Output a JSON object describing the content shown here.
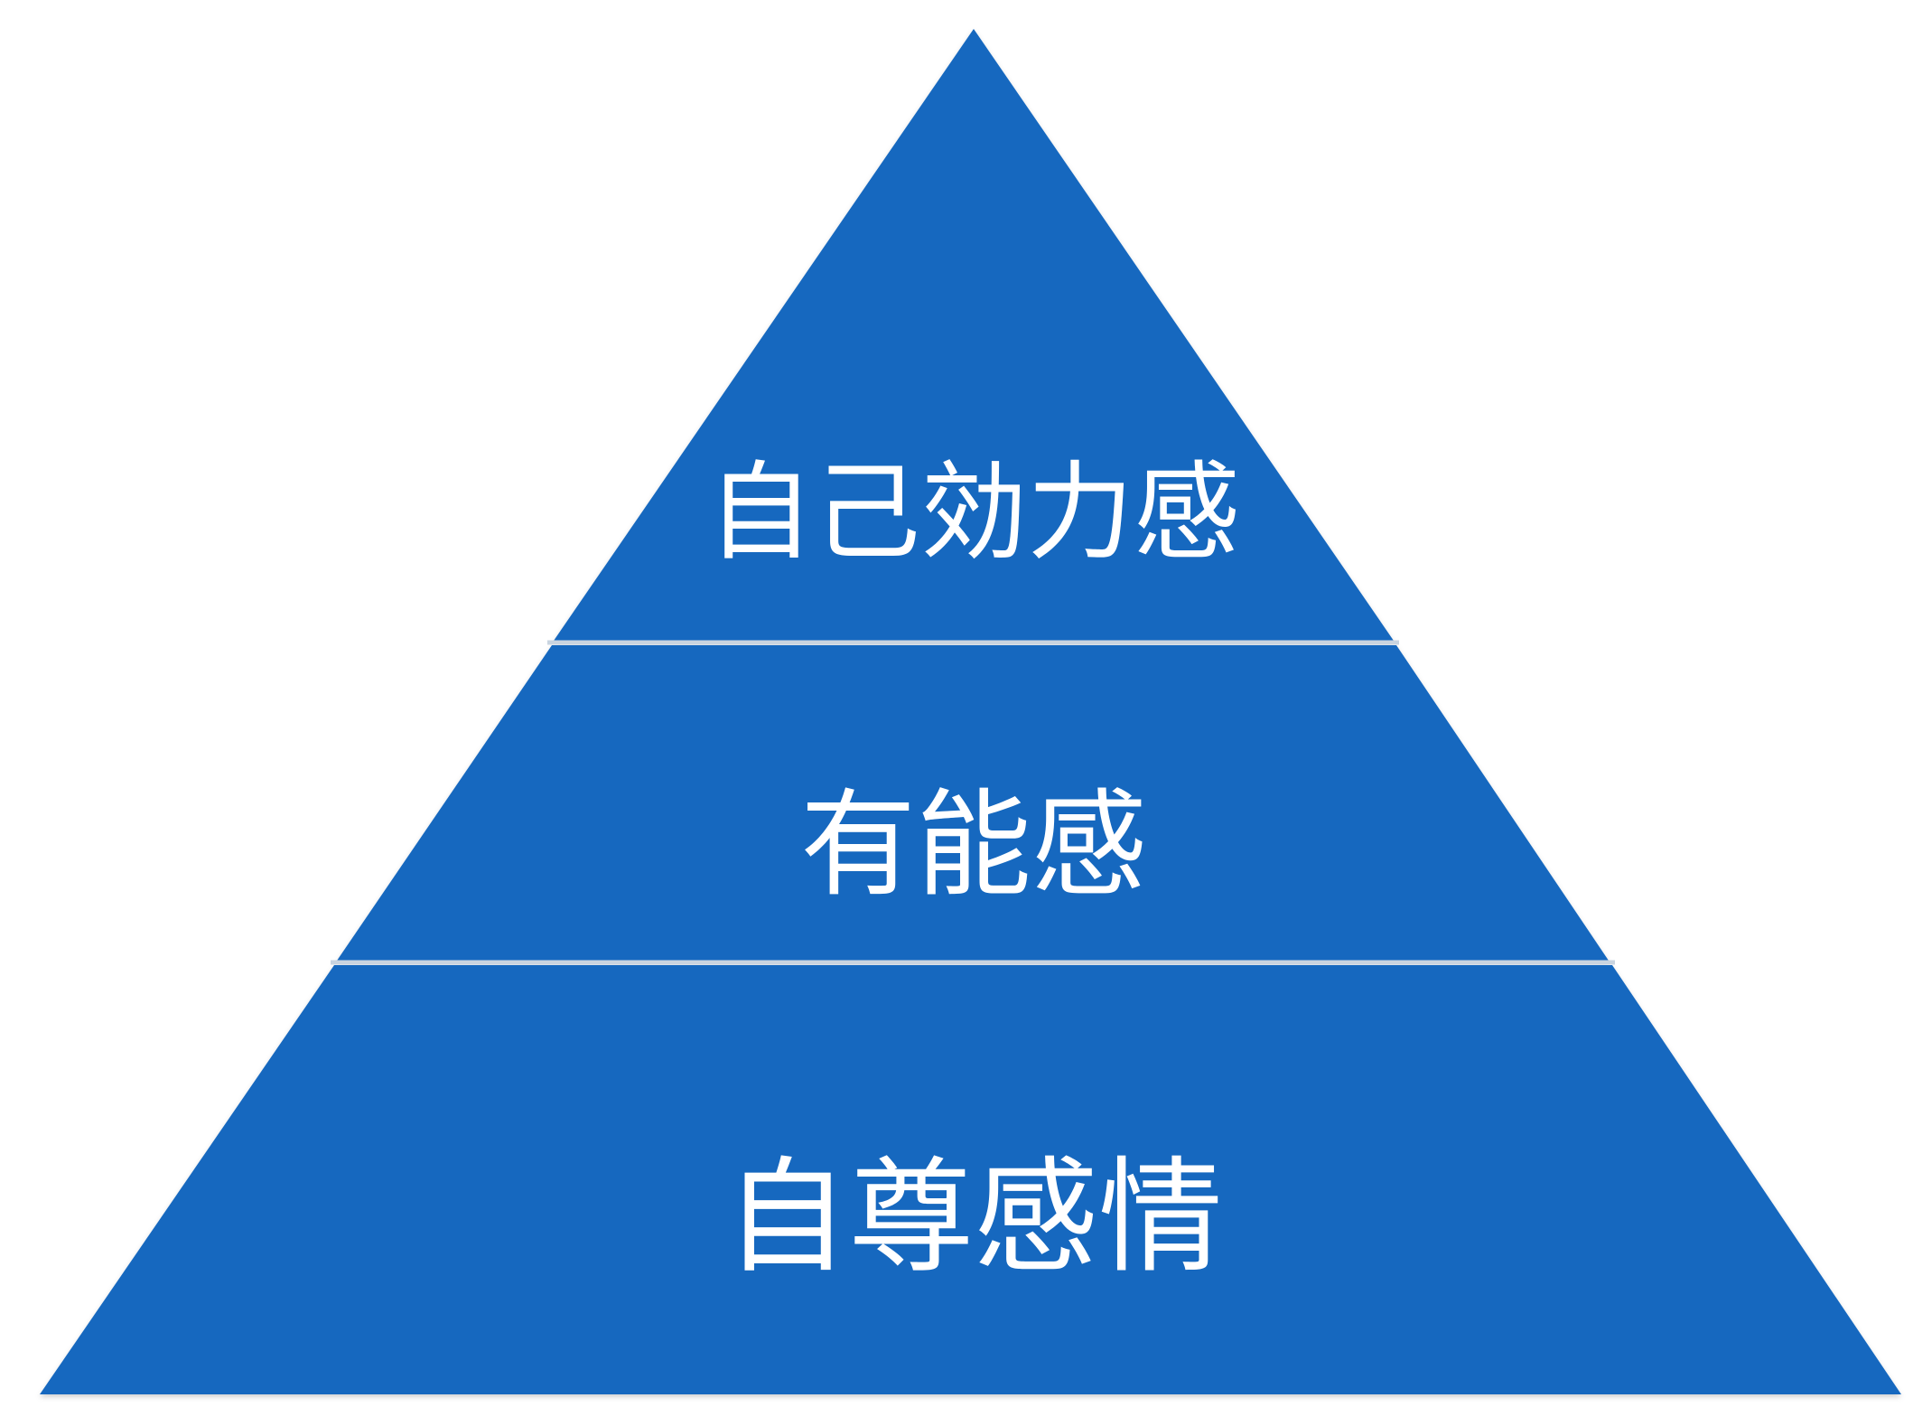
{
  "diagram": {
    "type": "pyramid",
    "fill_color": "#1367BF",
    "divider_color": "#C9D4E0",
    "text_color": "#FFFFFF",
    "tiers": [
      {
        "label": "自己効力感"
      },
      {
        "label": "有能感"
      },
      {
        "label": "自尊感情"
      }
    ]
  }
}
